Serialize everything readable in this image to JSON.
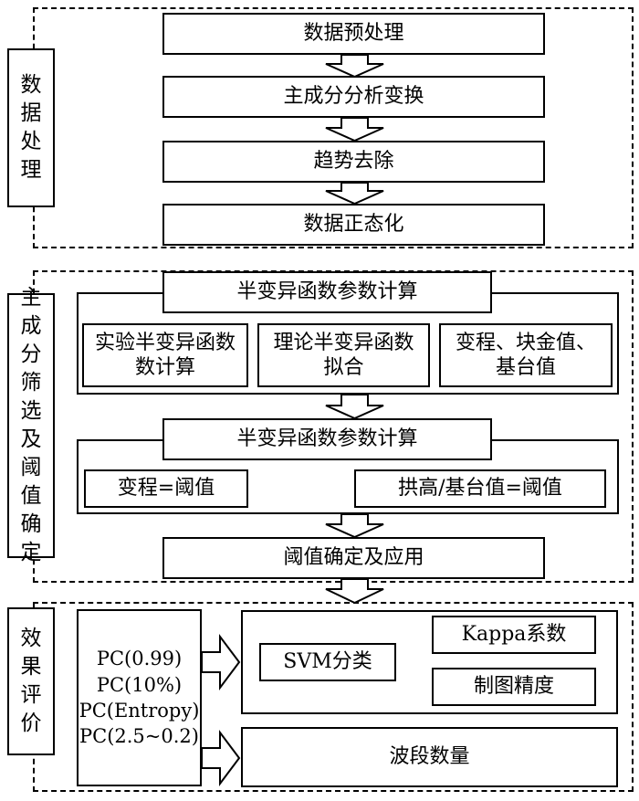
{
  "sections": {
    "s1_label": "数据处理",
    "s2_label": "主成分筛选及阈值确定",
    "s3_label": "效果评价"
  },
  "steps": {
    "preprocess": "数据预处理",
    "pca": "主成分分析变换",
    "detrend": "趋势去除",
    "normalize": "数据正态化",
    "semivar_calc": "半变异函数参数计算",
    "exp_semivar": "实验半变异函数\n数计算",
    "theo_semivar": "理论半变异函数\n拟合",
    "range_nugget": "变程、块金值、\n基台值",
    "semivar_calc2": "半变异函数参数计算",
    "range_threshold": "变程=阈值",
    "arch_threshold": "拱高/基台值=阈值",
    "threshold_apply": "阈值确定及应用"
  },
  "evaluation": {
    "methods": [
      "PC(0.99)",
      "PC(10%)",
      "PC(Entropy)",
      "PC(2.5~0.2)"
    ],
    "svm": "SVM分类",
    "kappa": "Kappa系数",
    "mapping_accuracy": "制图精度",
    "band_count": "波段数量"
  }
}
